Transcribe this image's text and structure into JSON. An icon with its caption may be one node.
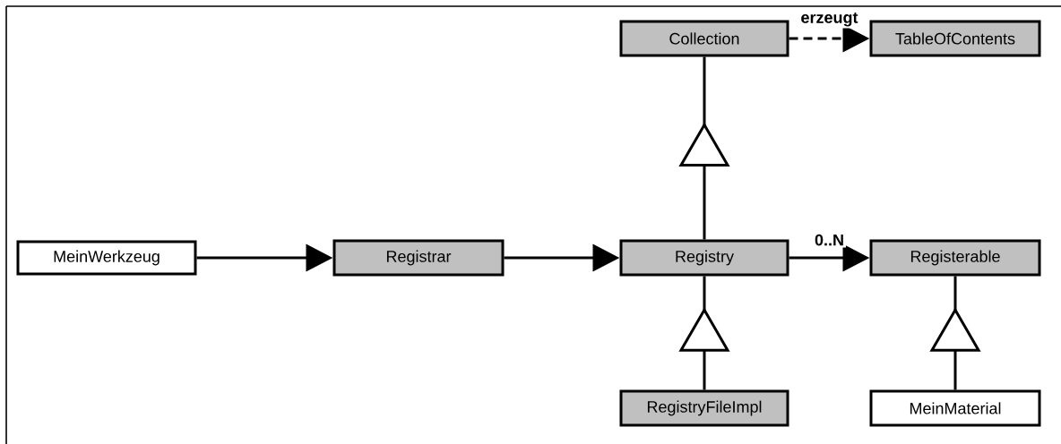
{
  "diagram": {
    "nodes": [
      {
        "text": [
          "Collection"
        ]
      },
      {
        "text": [
          "TableOfContents"
        ]
      },
      {
        "text": [
          "MeinWerkzeug"
        ]
      },
      {
        "text": [
          "Registrar"
        ]
      },
      {
        "text": [
          "Registry"
        ]
      },
      {
        "text": [
          "Registerable"
        ]
      },
      {
        "text": [
          "RegistryFileImpl"
        ]
      },
      {
        "text": [
          "MeinMaterial"
        ]
      }
    ],
    "edges": [
      {
        "from": 0,
        "to": 1,
        "arrow": "to",
        "label": "erzeugt",
        "style": "dashed"
      },
      {
        "from": 2,
        "to": 3,
        "arrow": "to"
      },
      {
        "from": 3,
        "to": 4,
        "arrow": "to"
      },
      {
        "from": 4,
        "to": 5,
        "arrow": "to",
        "label": "0..N"
      },
      {
        "from": 4,
        "to": 0,
        "arrow": "to"
      },
      {
        "from": 6,
        "to": 4,
        "arrow": "to"
      },
      {
        "from": 7,
        "to": 5,
        "arrow": "to"
      }
    ]
  }
}
